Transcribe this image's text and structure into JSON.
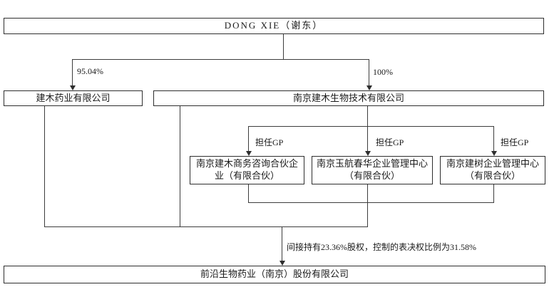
{
  "diagram": {
    "title_entity": "DONG XIE（谢东）",
    "left_entity": "建木药业有限公司",
    "right_entity": "南京建木生物技术有限公司",
    "gp_entities": [
      "南京建木商务咨询合伙企业（有限合伙）",
      "南京玉航春华企业管理中心（有限合伙）",
      "南京建树企业管理中心（有限合伙）"
    ],
    "bottom_entity": "前沿生物药业（南京）股份有限公司",
    "labels": {
      "left_ownership_pct": "95.04%",
      "right_ownership_pct": "100%",
      "gp_role": "担任GP",
      "indirect_note": "间接持有23.36%股权，控制的表决权比例为31.58%"
    },
    "colors": {
      "line": "#3d3d3d",
      "border": "#2e2e2e",
      "text": "#1a1a1a",
      "background": "#ffffff"
    }
  }
}
